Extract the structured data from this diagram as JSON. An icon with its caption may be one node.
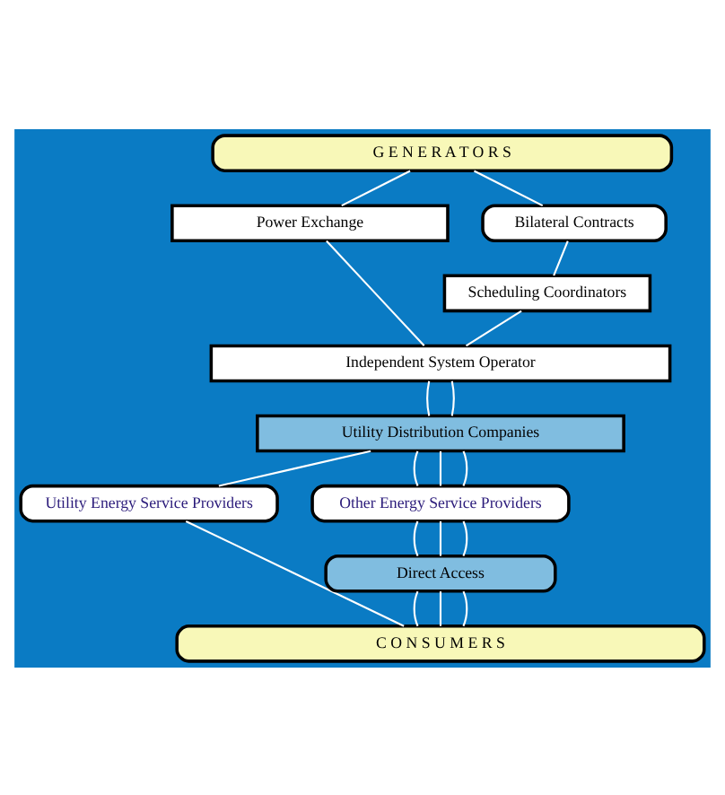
{
  "diagram": {
    "nodes": [
      {
        "text": [
          "G E N E R A T O R S"
        ]
      },
      {
        "text": [
          "Power Exchange"
        ]
      },
      {
        "text": [
          "Bilateral Contracts"
        ]
      },
      {
        "text": [
          "Scheduling Coordinators"
        ]
      },
      {
        "text": [
          "Independent System Operator"
        ]
      },
      {
        "text": [
          "Utility Distribution Companies"
        ]
      },
      {
        "text": [
          "Utility Energy Service Providers"
        ]
      },
      {
        "text": [
          "Other Energy Service Providers"
        ]
      },
      {
        "text": [
          "Direct Access"
        ]
      },
      {
        "text": [
          "C O N S U M E R S"
        ]
      }
    ],
    "edges": [
      {
        "from": 0,
        "to": 1,
        "arrow": "none"
      },
      {
        "from": 0,
        "to": 2,
        "arrow": "none"
      },
      {
        "from": 2,
        "to": 3,
        "arrow": "none"
      },
      {
        "from": 1,
        "to": 4,
        "arrow": "none"
      },
      {
        "from": 3,
        "to": 4,
        "arrow": "none"
      },
      {
        "from": 4,
        "to": 5,
        "arrow": "none"
      },
      {
        "from": 4,
        "to": 5,
        "arrow": "none"
      },
      {
        "from": 5,
        "to": 6,
        "arrow": "none"
      },
      {
        "from": 5,
        "to": 7,
        "arrow": "none"
      },
      {
        "from": 5,
        "to": 7,
        "arrow": "none"
      },
      {
        "from": 5,
        "to": 7,
        "arrow": "none"
      },
      {
        "from": 6,
        "to": 9,
        "arrow": "none"
      },
      {
        "from": 7,
        "to": 8,
        "arrow": "none"
      },
      {
        "from": 7,
        "to": 8,
        "arrow": "none"
      },
      {
        "from": 7,
        "to": 8,
        "arrow": "none"
      },
      {
        "from": 8,
        "to": 9,
        "arrow": "none"
      },
      {
        "from": 8,
        "to": 9,
        "arrow": "none"
      },
      {
        "from": 8,
        "to": 9,
        "arrow": "none"
      }
    ]
  }
}
